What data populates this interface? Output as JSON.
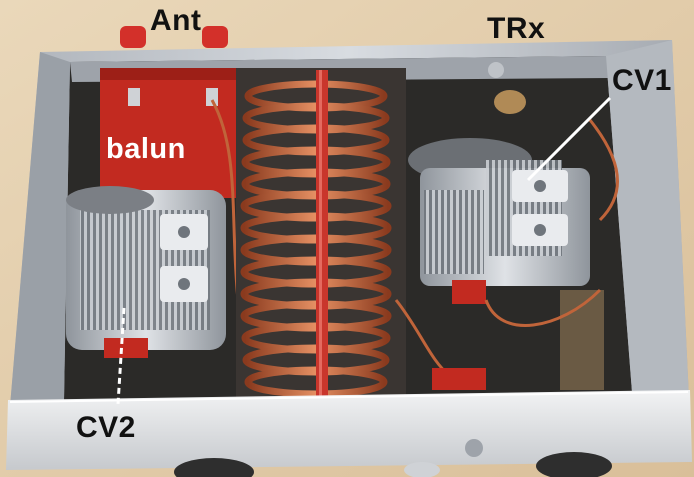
{
  "photo": {
    "labels": {
      "ant": "Ant",
      "trx": "TRx",
      "cv1": "CV1",
      "balun": "balun",
      "cv2": "CV2"
    },
    "colors": {
      "background": "#e7d2b1",
      "chassis": "#cfd3d8",
      "interior": "#2b2a28",
      "copper_coil": "#c0643a",
      "balun_red": "#c22a20",
      "label_dark": "#111111",
      "label_light": "#ffffff"
    }
  }
}
